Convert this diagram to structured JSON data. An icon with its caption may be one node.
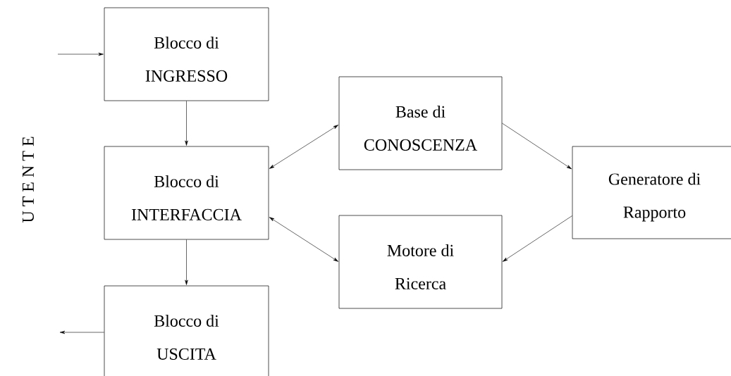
{
  "diagram": {
    "nodes": [
      {
        "text": [
          "Blocco di INGRESSO"
        ]
      },
      {
        "text": [
          "Blocco di INTERFACCIA"
        ]
      },
      {
        "text": [
          "Blocco di USCITA"
        ]
      },
      {
        "text": [
          "Base di CONOSCENZA"
        ]
      },
      {
        "text": [
          "Motore di Ricerca"
        ]
      },
      {
        "text": [
          "Generatore di Rapporto"
        ]
      }
    ],
    "edges": [
      {
        "from": null,
        "to": 0,
        "arrow": "to"
      },
      {
        "from": 0,
        "to": 1,
        "arrow": "to"
      },
      {
        "from": 1,
        "to": 2,
        "arrow": "to"
      },
      {
        "from": 2,
        "to": null,
        "arrow": "to"
      },
      {
        "from": 1,
        "to": 3,
        "arrow": "both"
      },
      {
        "from": 1,
        "to": 4,
        "arrow": "both"
      },
      {
        "from": 3,
        "to": 5,
        "arrow": "to"
      },
      {
        "from": 5,
        "to": 4,
        "arrow": "to"
      }
    ],
    "labels": [
      "U T E N T E"
    ]
  }
}
